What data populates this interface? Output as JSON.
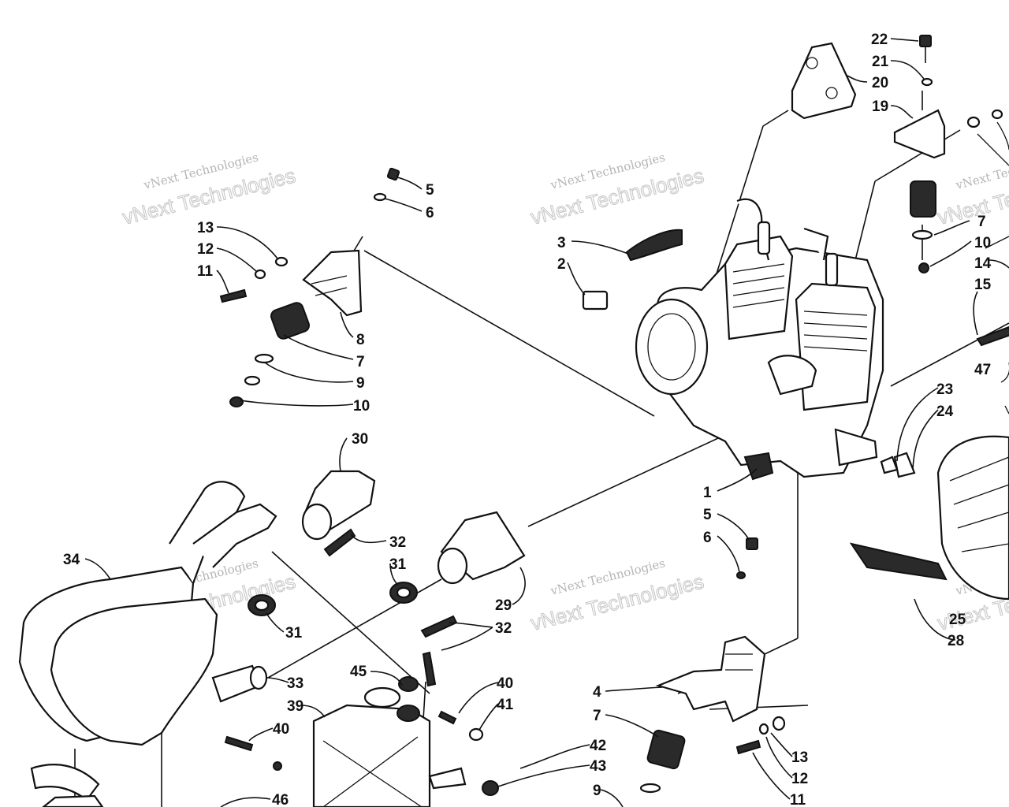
{
  "watermark": {
    "line1": "vNext Technologies",
    "line2": "vNext Technologies"
  },
  "callouts": [
    {
      "id": "c-22a",
      "text": "22"
    },
    {
      "id": "c-21a",
      "text": "21"
    },
    {
      "id": "c-20",
      "text": "20"
    },
    {
      "id": "c-19",
      "text": "19"
    },
    {
      "id": "c-5a",
      "text": "5"
    },
    {
      "id": "c-6a",
      "text": "6"
    },
    {
      "id": "c-13a",
      "text": "13"
    },
    {
      "id": "c-12a",
      "text": "12"
    },
    {
      "id": "c-11a",
      "text": "11"
    },
    {
      "id": "c-8",
      "text": "8"
    },
    {
      "id": "c-7a",
      "text": "7"
    },
    {
      "id": "c-9a",
      "text": "9"
    },
    {
      "id": "c-10a",
      "text": "10"
    },
    {
      "id": "c-3",
      "text": "3"
    },
    {
      "id": "c-2",
      "text": "2"
    },
    {
      "id": "c-7b",
      "text": "7"
    },
    {
      "id": "c-10b",
      "text": "10"
    },
    {
      "id": "c-14",
      "text": "14"
    },
    {
      "id": "c-15",
      "text": "15"
    },
    {
      "id": "c-47",
      "text": "47"
    },
    {
      "id": "c-23",
      "text": "23"
    },
    {
      "id": "c-24",
      "text": "24"
    },
    {
      "id": "c-1",
      "text": "1"
    },
    {
      "id": "c-5b",
      "text": "5"
    },
    {
      "id": "c-6b",
      "text": "6"
    },
    {
      "id": "c-30",
      "text": "30"
    },
    {
      "id": "c-32a",
      "text": "32"
    },
    {
      "id": "c-31a",
      "text": "31"
    },
    {
      "id": "c-34",
      "text": "34"
    },
    {
      "id": "c-29",
      "text": "29"
    },
    {
      "id": "c-32b",
      "text": "32"
    },
    {
      "id": "c-31b",
      "text": "31"
    },
    {
      "id": "c-25",
      "text": "25"
    },
    {
      "id": "c-28",
      "text": "28"
    },
    {
      "id": "c-45",
      "text": "45"
    },
    {
      "id": "c-33",
      "text": "33"
    },
    {
      "id": "c-39",
      "text": "39"
    },
    {
      "id": "c-40a",
      "text": "40"
    },
    {
      "id": "c-41",
      "text": "41"
    },
    {
      "id": "c-40b",
      "text": "40"
    },
    {
      "id": "c-4",
      "text": "4"
    },
    {
      "id": "c-7c",
      "text": "7"
    },
    {
      "id": "c-42",
      "text": "42"
    },
    {
      "id": "c-43",
      "text": "43"
    },
    {
      "id": "c-9b",
      "text": "9"
    },
    {
      "id": "c-13b",
      "text": "13"
    },
    {
      "id": "c-12b",
      "text": "12"
    },
    {
      "id": "c-11b",
      "text": "11"
    },
    {
      "id": "c-46",
      "text": "46"
    }
  ]
}
